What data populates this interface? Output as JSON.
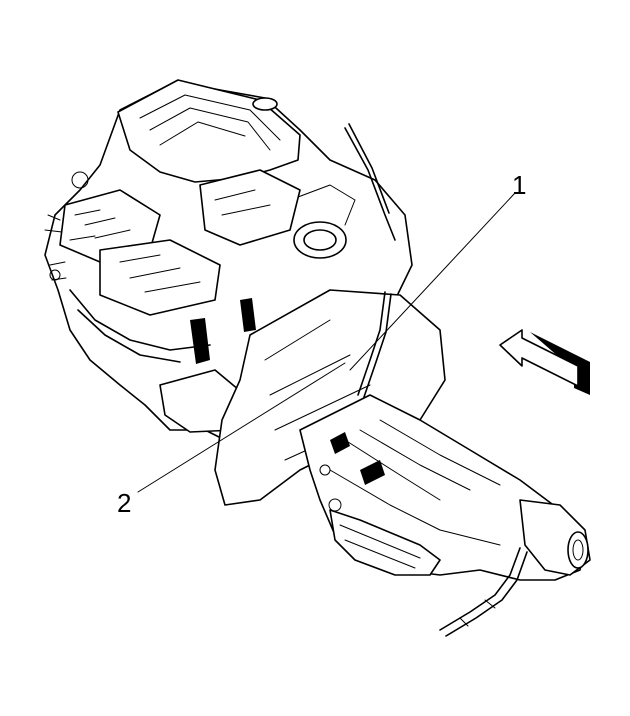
{
  "callouts": [
    {
      "label": "1"
    },
    {
      "label": "2"
    }
  ],
  "icons": {
    "engine": "engine-assembly-illustration",
    "transmission": "transmission-assembly-illustration",
    "direction_arrow": "view-direction-arrow"
  }
}
